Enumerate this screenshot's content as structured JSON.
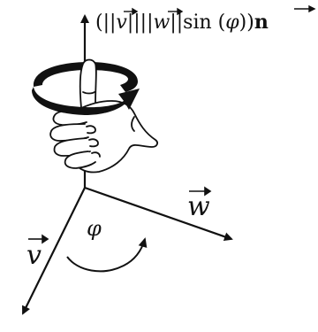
{
  "diagram": {
    "labels": {
      "formula_open": "(||",
      "v_name": "v",
      "mid_bars": "||||",
      "w_name": "w",
      "sin_part": "||sin (",
      "phi": "φ",
      "formula_close": "))",
      "n_name": "n",
      "w_axis": "w",
      "v_axis": "v",
      "angle": "φ"
    },
    "icons": {
      "hand": "thumbs-up-hand-icon",
      "rotation": "curved-rotation-arrow-icon"
    },
    "colors": {
      "ink": "#111111",
      "hand_fill": "#ffffff",
      "rotation_band": "#111111"
    }
  }
}
